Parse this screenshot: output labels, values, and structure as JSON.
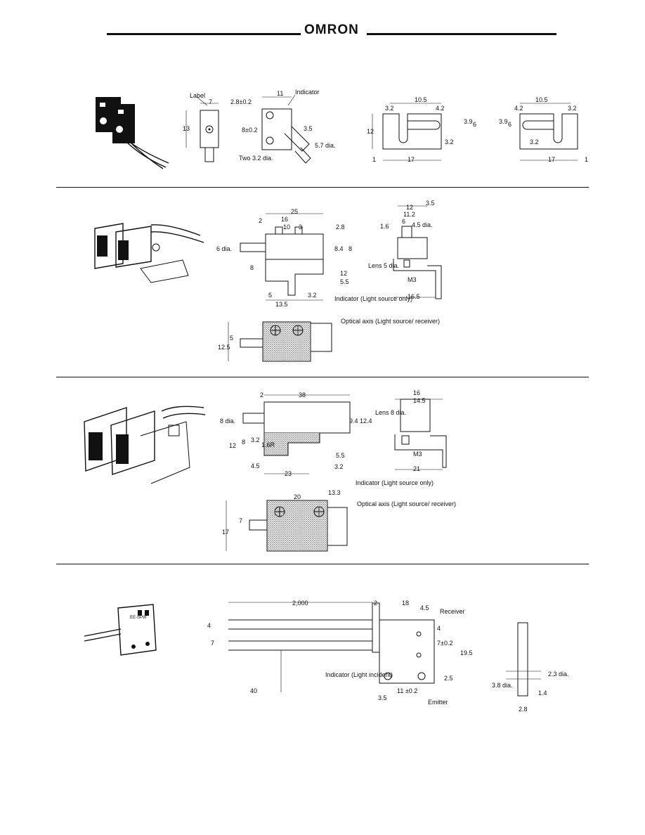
{
  "header": {
    "brand": "OMRON"
  },
  "section1": {
    "labels": [
      "Label",
      "Indicator",
      "2.8±0.2",
      "8±0.2",
      "Two 3.2 dia.",
      "5.7 dia."
    ],
    "dims": [
      "7",
      "11",
      "13",
      "3.5",
      "10.5",
      "3.2",
      "4.2",
      "3.9",
      "6",
      "12",
      "17",
      "1",
      "3.2",
      "10.5",
      "4.2",
      "3.2",
      "3.9",
      "6",
      "3.2",
      "17",
      "1"
    ]
  },
  "section2": {
    "dims": [
      "25",
      "2",
      "16",
      "10",
      "3",
      "2.8",
      "6 dia.",
      "8.4",
      "8",
      "8",
      "12",
      "5.5",
      "5",
      "3.2",
      "13.5",
      "12",
      "3.5",
      "11.2",
      "6",
      "1.6",
      "4.5 dia.",
      "M3",
      "16.5",
      "5",
      "12.5"
    ],
    "lens": "Lens 5 dia.",
    "indicator": "Indicator (Light source only)",
    "axis": "Optical axis (Light source/ receiver)"
  },
  "section3": {
    "dims": [
      "2",
      "38",
      "8 dia.",
      "9.4",
      "12.4",
      "12",
      "8",
      "3.2",
      "1.6R",
      "5.5",
      "4.5",
      "23",
      "3.2",
      "16",
      "14.5",
      "M3",
      "21",
      "20",
      "13.3",
      "7",
      "17"
    ],
    "lens": "Lens 8 dia.",
    "indicator": "Indicator (Light source only)",
    "axis": "Optical axis (Light source/ receiver)"
  },
  "section4": {
    "dims": [
      "2,000",
      "2",
      "18",
      "4.5",
      "4",
      "7",
      "7±0.2",
      "19.5",
      "4",
      "2.5",
      "40",
      "3.5",
      "11 ±0.2",
      "2.3 dia.",
      "3.8 dia.",
      "1.4",
      "2.8"
    ],
    "receiver": "Receiver",
    "indicator": "Indicator (Light incident)",
    "emitter": "Emitter",
    "model": "EE-SPW"
  }
}
